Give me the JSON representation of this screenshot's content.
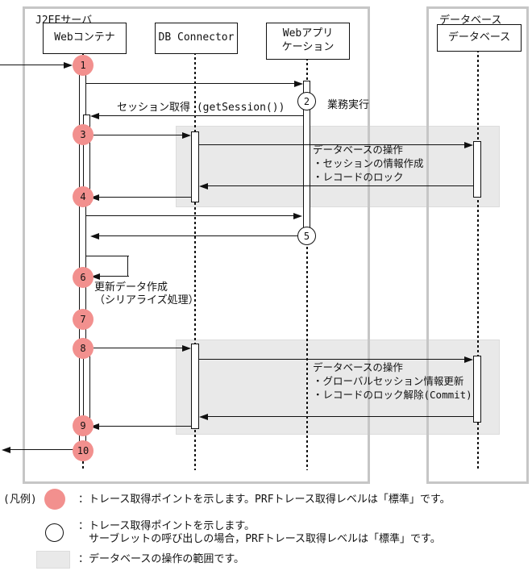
{
  "colors": {
    "trace_point_pink": "#f2908e",
    "operation_area_gray": "#e9e9e9",
    "frame_border_gray": "#c6c6c6"
  },
  "frames": {
    "j2ee_label": "J2EEサーバ",
    "database_label": "データベース"
  },
  "participants": {
    "web_container": "Webコンテナ",
    "db_connector": "DB Connector",
    "web_app_line1": "Webアプリ",
    "web_app_line2": "ケーション",
    "database": "データベース"
  },
  "trace_points": {
    "filled": [
      "1",
      "3",
      "4",
      "6",
      "7",
      "8",
      "9",
      "10"
    ],
    "open": [
      "2",
      "5"
    ]
  },
  "messages": {
    "session_get": "セッション取得 (getSession())",
    "business_exec": "業務実行",
    "update_data_line1": "更新データ作成",
    "update_data_line2": "（シリアライズ処理）"
  },
  "operation_areas": [
    {
      "title": "データベースの操作",
      "item1": "・セッションの情報作成",
      "item2": "・レコードのロック"
    },
    {
      "title": "データベースの操作",
      "item1": "・グローバルセッション情報更新",
      "item2": "・レコードのロック解除(Commit)"
    }
  ],
  "legend": {
    "heading": "(凡例)",
    "filled_circle_text": "：トレース取得ポイントを示します。PRFトレース取得レベルは「標準」です。",
    "open_circle_text_line1": "：トレース取得ポイントを示します。",
    "open_circle_text_line2": "サーブレットの呼び出しの場合，PRFトレース取得レベルは「標準」です。",
    "gray_box_text": "：データベースの操作の範囲です。"
  }
}
